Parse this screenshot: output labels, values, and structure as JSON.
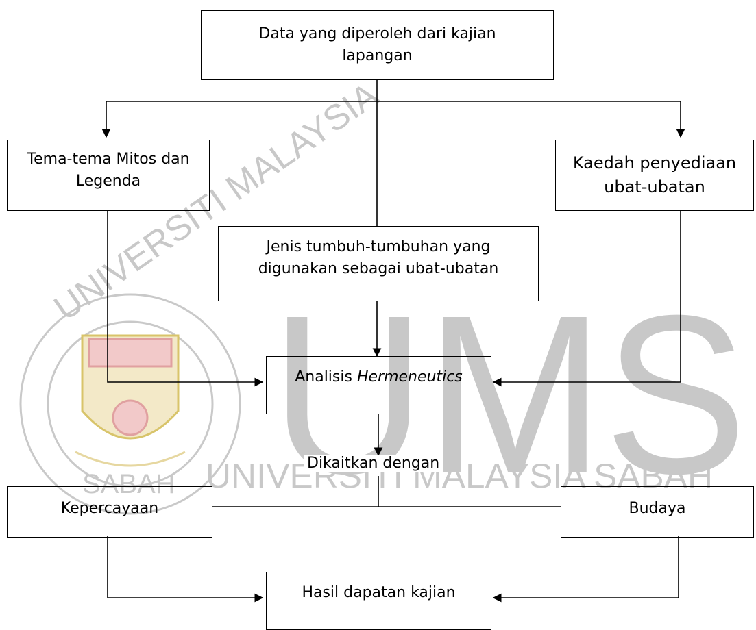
{
  "watermark": {
    "seal_text_top": "UNIVERSITI MALAYSIA",
    "seal_text_bottom": "SABAH",
    "big_letters": "UMS",
    "university_name": "UNIVERSITI MALAYSIA SABAH",
    "color": "#c8c8c8"
  },
  "nodes": {
    "data_source": {
      "line1": "Data yang diperoleh dari kajian",
      "line2": "lapangan"
    },
    "myth_themes": {
      "line1": "Tema-tema Mitos dan",
      "line2": "Legenda"
    },
    "preparation": {
      "line1": "Kaedah penyediaan",
      "line2": "ubat-ubatan"
    },
    "plant_types": {
      "line1": "Jenis tumbuh-tumbuhan yang",
      "line2": "digunakan sebagai ubat-ubatan"
    },
    "analysis": {
      "prefix": "Analisis ",
      "italic": "Hermeneutics"
    },
    "belief": {
      "text": "Kepercayaan"
    },
    "culture": {
      "text": "Budaya"
    },
    "findings": {
      "text": "Hasil dapatan kajian"
    }
  },
  "connector_label": "Dikaitkan dengan"
}
